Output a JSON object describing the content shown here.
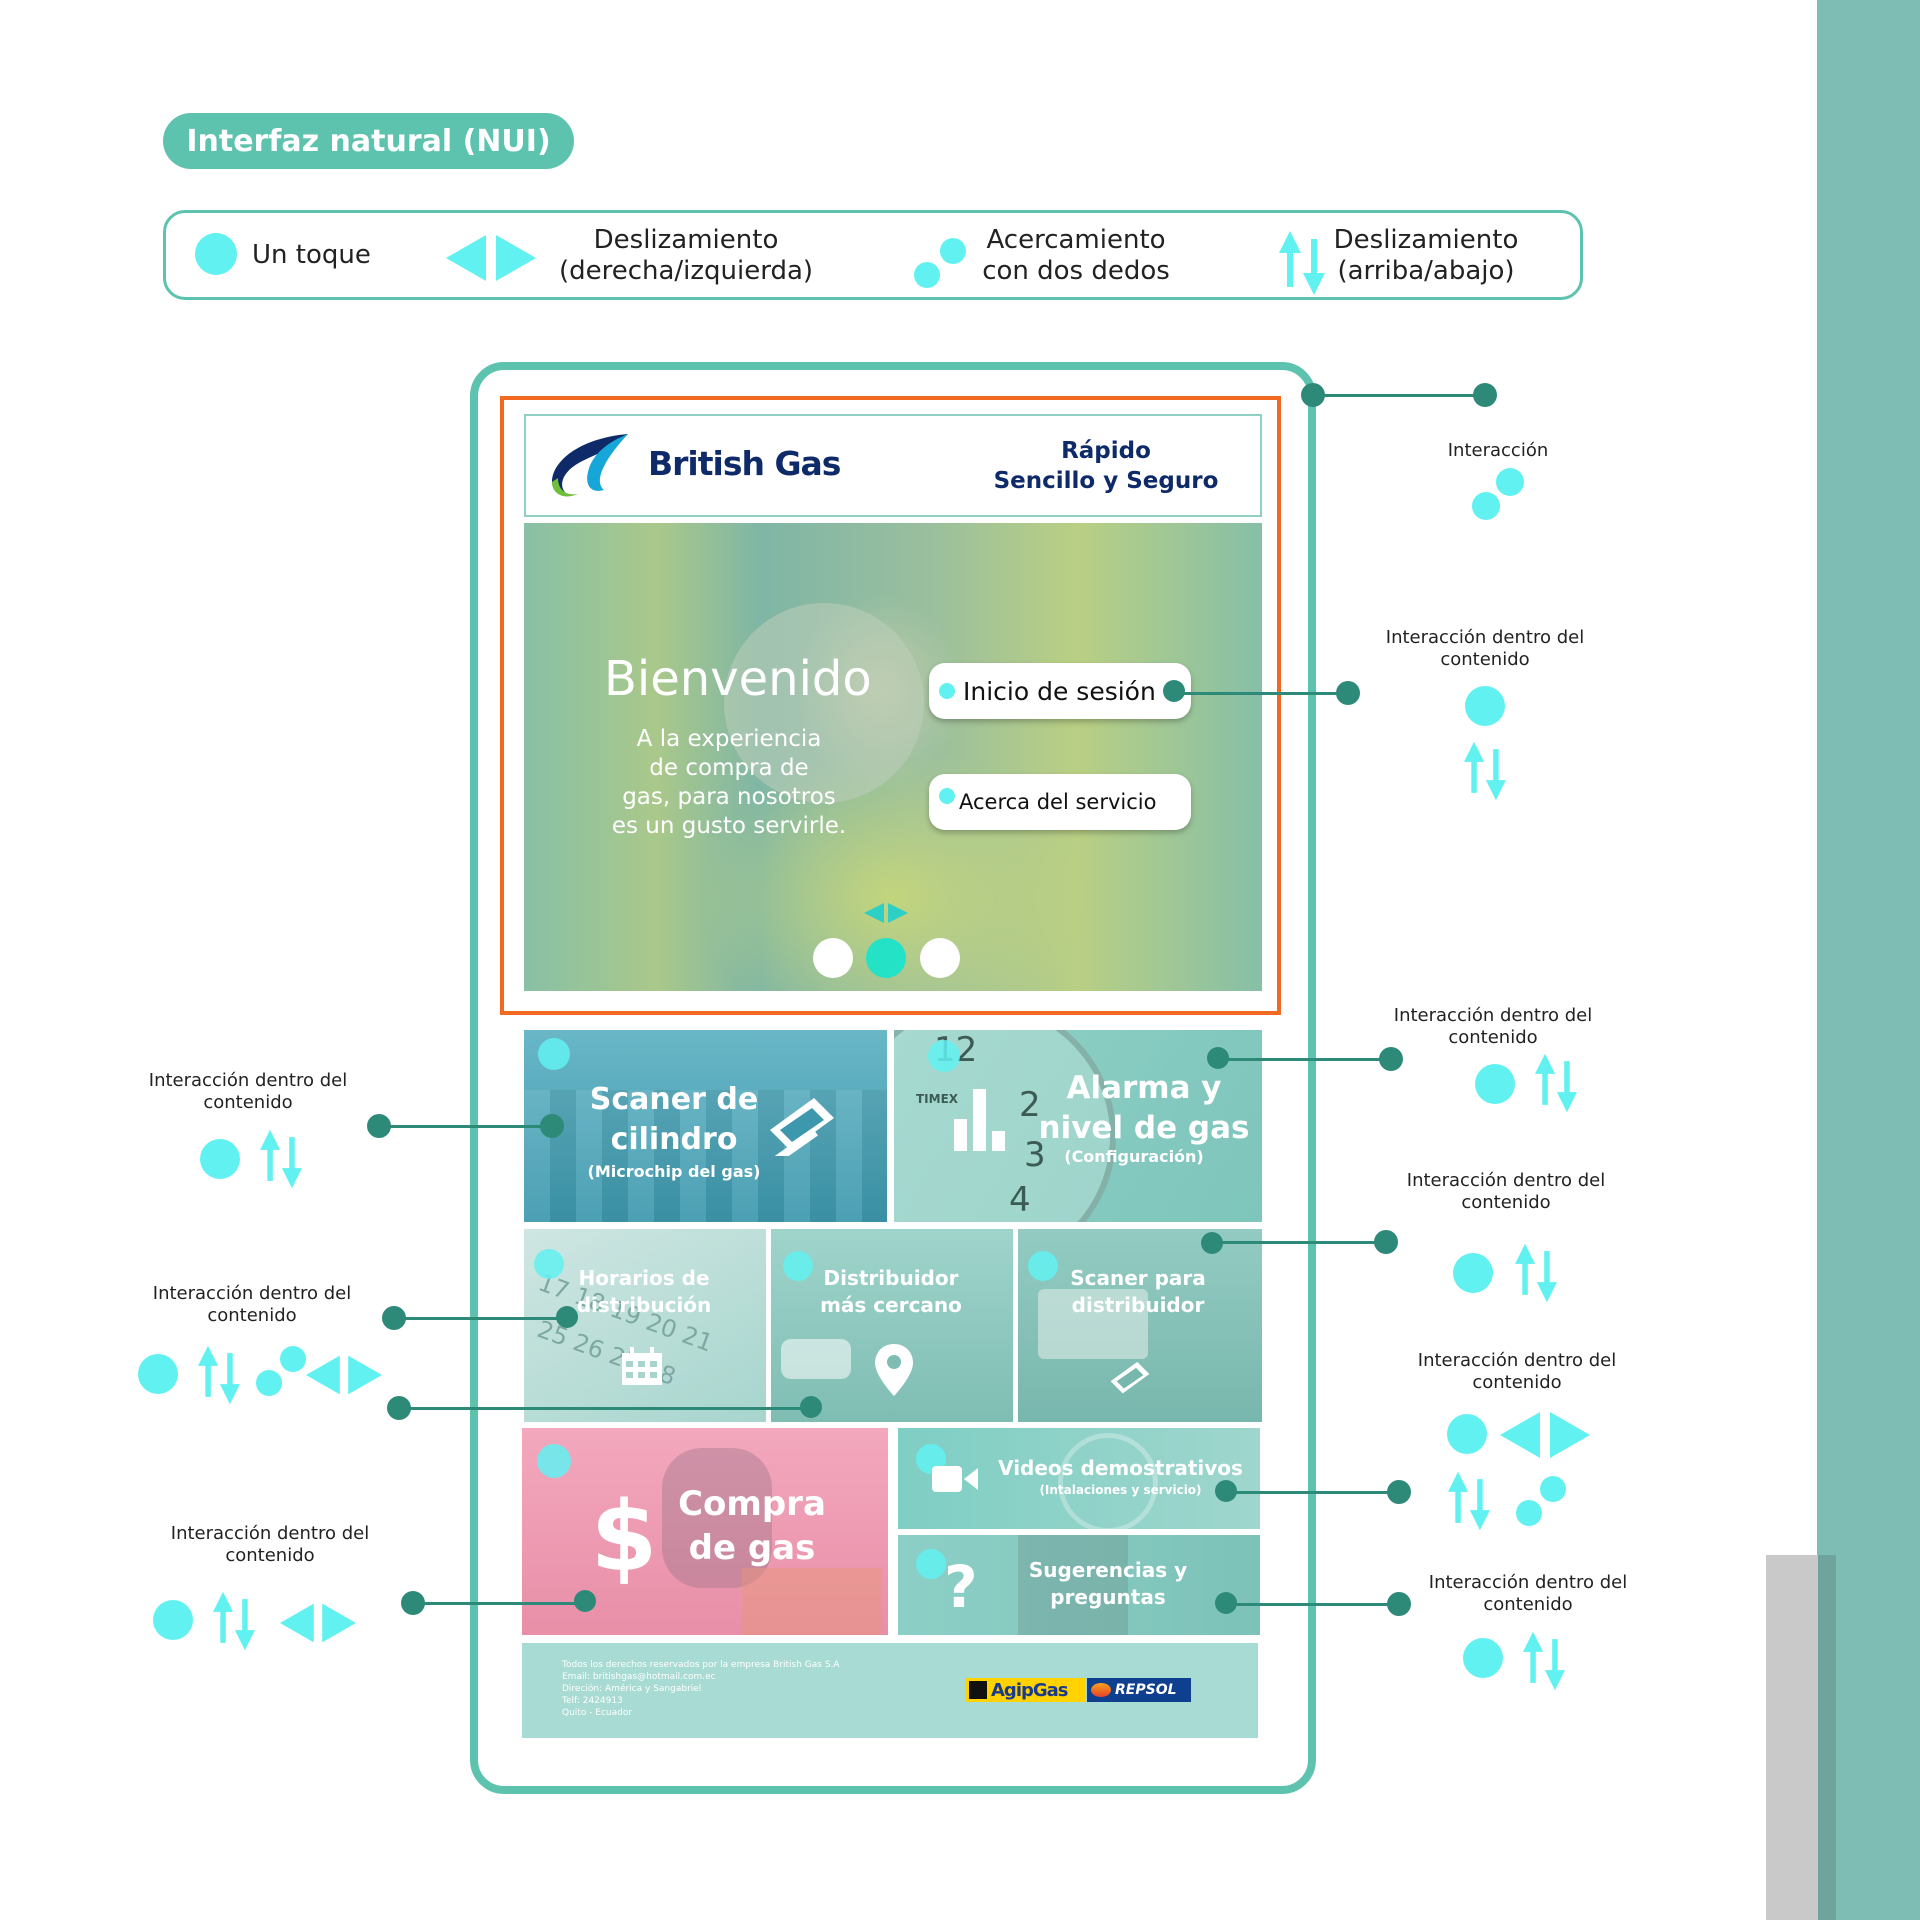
{
  "title": "Interfaz natural (NUI)",
  "legend": {
    "tap": "Un toque",
    "swipe_h_line1": "Deslizamiento",
    "swipe_h_line2": "(derecha/izquierda)",
    "pinch_line1": "Acercamiento",
    "pinch_line2": "con dos dedos",
    "swipe_v_line1": "Deslizamiento",
    "swipe_v_line2": "(arriba/abajo)"
  },
  "header": {
    "brand": "British Gas",
    "tagline1": "Rápido",
    "tagline2": "Sencillo y Seguro"
  },
  "hero": {
    "welcome": "Bienvenido",
    "sub1": "A la experiencia",
    "sub2": "de compra de",
    "sub3": "gas, para nosotros",
    "sub4": "es un gusto servirle.",
    "login": "Inicio de sesión",
    "about": "Acerca del servicio",
    "active_slide": 2,
    "slides": 3
  },
  "tiles": {
    "scan1": "Scaner de",
    "scan2": "cilindro",
    "scan3": "(Microchip del gas)",
    "alarm1": "Alarma y",
    "alarm2": "nivel de gas",
    "alarm3": "(Configuración)",
    "sched1": "Horarios de",
    "sched2": "distribución",
    "dist1": "Distribuidor",
    "dist2": "más cercano",
    "scand1": "Scaner para",
    "scand2": "distribuidor",
    "buy1": "Compra",
    "buy2": "de gas",
    "video1": "Videos demostrativos",
    "video2": "(Intalaciones y servicio)",
    "sug1": "Sugerencias y",
    "sug2": "preguntas"
  },
  "footer": {
    "l1": "Todos los derechos reservados por la empresa British Gas S.A",
    "l2": "Email: britishgas@hotmail.com.ec",
    "l3": "Direción: América y Sangabriel",
    "l4": "Telf: 2424913",
    "l5": "Quito - Ecuador",
    "logo1": "AgipGas",
    "logo2": "REPSOL"
  },
  "annotations": {
    "interaccion": "Interacción",
    "line1": "Interacción dentro del",
    "line2": "contenido"
  },
  "icons": [
    "tap-dot-icon",
    "swipe-horizontal-icon",
    "pinch-icon",
    "swipe-vertical-icon",
    "scanner-icon",
    "bar-chart-icon",
    "calendar-icon",
    "location-pin-icon",
    "dollar-icon",
    "video-camera-icon",
    "question-icon"
  ],
  "colors": {
    "teal": "#5ec3ae",
    "cyan": "#61f1f1",
    "orange": "#f26a21",
    "connector": "#2e8a78",
    "brand_blue": "#0e2a68"
  }
}
